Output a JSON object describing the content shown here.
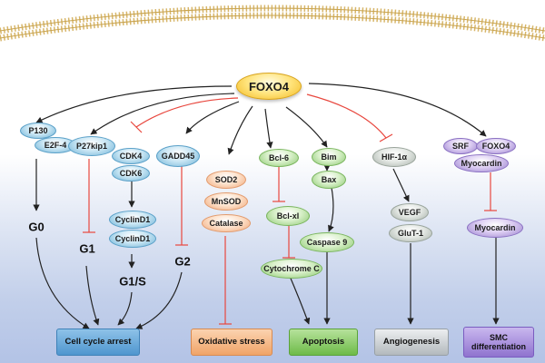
{
  "colors": {
    "inhibit": "#e8473e",
    "arrow": "#222222",
    "foxo4": "#f5c230"
  },
  "center": {
    "label": "FOXO4"
  },
  "nodes": {
    "p130": "P130",
    "e2f4": "E2F-4",
    "p27kip1": "P27kip1",
    "cdk4": "CDK4",
    "cdk6": "CDK6",
    "gadd45": "GADD45",
    "cyclind1_a": "CyclinD1",
    "cyclind1_b": "CyclinD1",
    "sod2": "SOD2",
    "mnsod": "MnSOD",
    "catalase": "Catalase",
    "bcl6": "Bcl-6",
    "bclxl": "Bcl-xl",
    "cytochrome_c": "Cytochrome C",
    "bim": "Bim",
    "bax": "Bax",
    "caspase9": "Caspase 9",
    "hif1a": "HIF-1α",
    "vegf": "VEGF",
    "glut1": "GluT-1",
    "srf": "SRF",
    "foxo4_complex": "FOXO4",
    "myocardin_complex": "Myocardin",
    "myocardin": "Myocardin"
  },
  "stages": {
    "g0": "G0",
    "g1": "G1",
    "g1s": "G1/S",
    "g2": "G2"
  },
  "outcomes": {
    "cell_cycle_arrest": "Cell cycle arrest",
    "oxidative_stress": "Oxidative stress",
    "apoptosis": "Apoptosis",
    "angiogenesis": "Angiogenesis",
    "smc_differentiation": "SMC differentiation"
  }
}
